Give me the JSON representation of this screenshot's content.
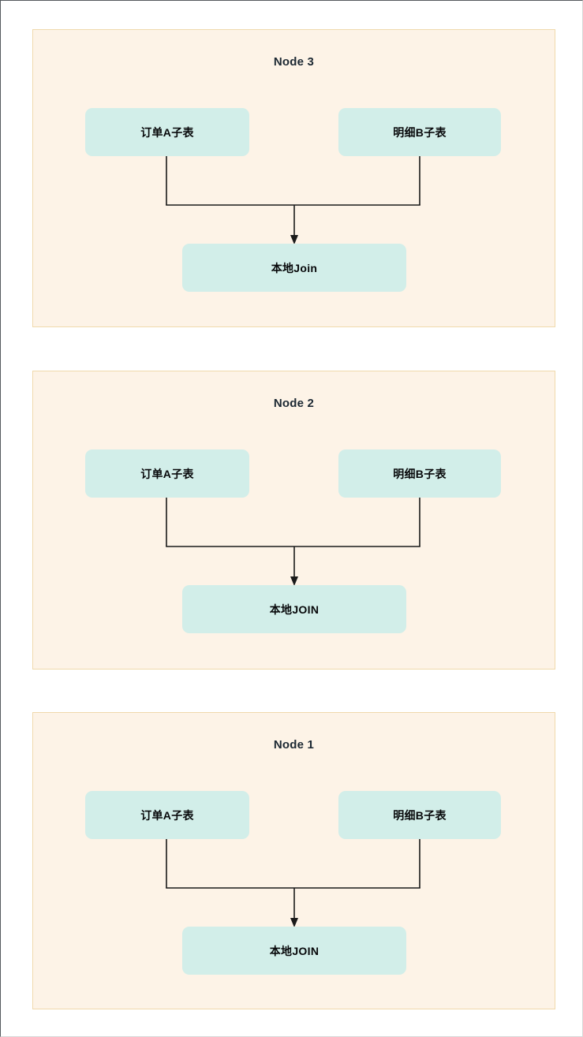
{
  "diagram": {
    "type": "flowchart",
    "description": "Three identical node panels each showing two source sub-tables feeding into a local join",
    "colors": {
      "panel_background": "#fdf3e7",
      "panel_border": "#f0d9ac",
      "node_fill": "#d2eee9",
      "node_text": "#07080a",
      "title_text": "#1c2833",
      "connector_line": "#1a1a1a",
      "page_background": "#ffffff"
    },
    "panels": [
      {
        "id": "node-3",
        "title": "Node 3",
        "left_table": "订单A子表",
        "right_table": "明细B子表",
        "join_label": "本地Join"
      },
      {
        "id": "node-2",
        "title": "Node 2",
        "left_table": "订单A子表",
        "right_table": "明细B子表",
        "join_label": "本地JOIN"
      },
      {
        "id": "node-1",
        "title": "Node 1",
        "left_table": "订单A子表",
        "right_table": "明细B子表",
        "join_label": "本地JOIN"
      }
    ]
  }
}
